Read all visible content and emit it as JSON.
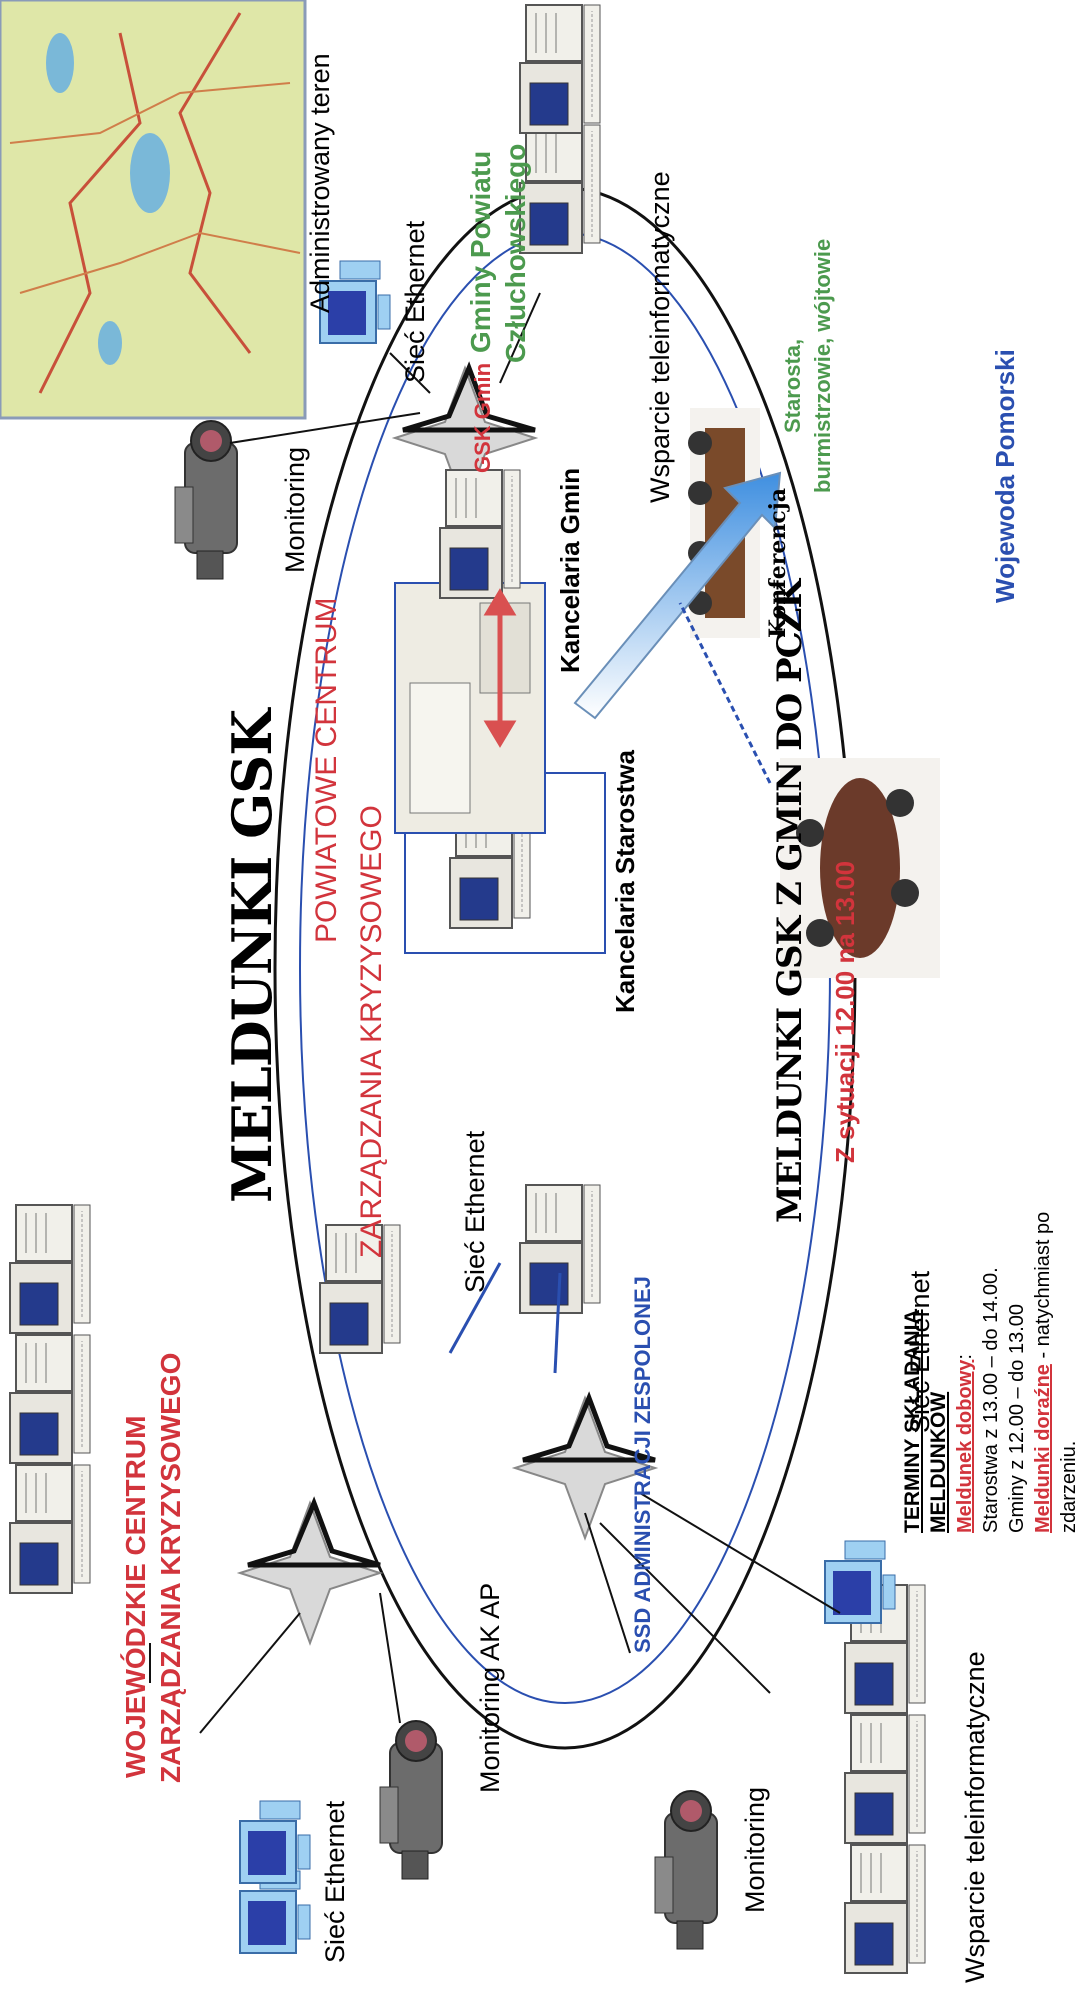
{
  "colors": {
    "red": "#d2343c",
    "green": "#4c9a4e",
    "blue": "#2a4fb0",
    "arrow_red": "#d95050",
    "arrow_gradient": [
      "#ffffff",
      "#3f8fe0"
    ]
  },
  "titles": {
    "meldunki_gsk": "MELDUNKI GSK",
    "meldunki_gsk_gmin": "MELDUNKI GSK  Z GMIN DO PCZK",
    "z_sytuacji": "Z sytuacji 12.00 na 13.00"
  },
  "centers": {
    "wojewodzkie": [
      "WOJEWÓDZKIE CENTRUM",
      "ZARZĄDZANIA KRYZYSOWEGO"
    ],
    "powiatowe": [
      "POWIATOWE CENTRUM",
      "ZARZĄDZANIA KRYZYSOWEGO"
    ],
    "gminy": [
      "Gminy Powiatu",
      "Człuchowskiego"
    ],
    "ssd": "SSD ADMINISTRACJI ZESPOLONEJ",
    "gsk_gmin": "GSK Gmin"
  },
  "labels": {
    "kancelaria_starostwa": "Kancelaria Starostwa",
    "kancelaria_gmin": "Kancelaria Gmin",
    "siec_ethernet": "Sieć Ethernet",
    "monitoring": "Monitoring",
    "monitoring_ak": "Monitoring AK AP",
    "wsparcie": "Wsparcie teleinformatyczne",
    "administrowany": "Administrowany teren",
    "konferencja": "Konferencja",
    "starosta": [
      "Starosta,",
      "burmistrzowie, wójtowie"
    ],
    "wojewoda": "Wojewoda Pomorski"
  },
  "terms": {
    "heading": "TERMINY SKŁADANIA MELDUNKÓW",
    "dobowy_label": "Meldunek dobowy",
    "dobowy_colon": ":",
    "line1": "Starostwa  z 13.00 – do 14.00.",
    "line2": "Gminy  z 12.00 – do 13.00",
    "dorazne_label": "Meldunki doraźne",
    "dorazne_rest": "  -   natychmiast  po",
    "line4": "zdarzeniu."
  },
  "icons": [
    "map-image",
    "computer-icon",
    "camera-icon",
    "star-hub-icon",
    "conference-photo"
  ]
}
